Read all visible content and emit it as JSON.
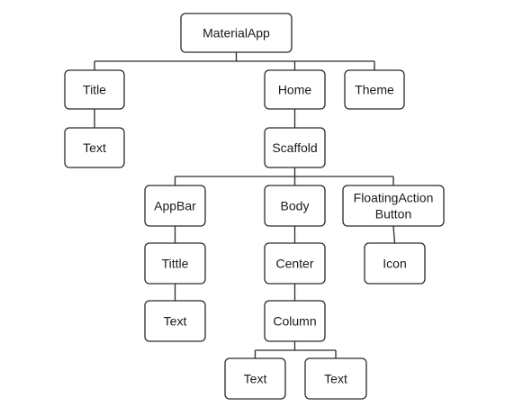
{
  "diagram": {
    "type": "widget-tree",
    "nodes": {
      "materialapp": [
        "MaterialApp"
      ],
      "title": [
        "Title"
      ],
      "home": [
        "Home"
      ],
      "theme": [
        "Theme"
      ],
      "text-title": [
        "Text"
      ],
      "scaffold": [
        "Scaffold"
      ],
      "appbar": [
        "AppBar"
      ],
      "body": [
        "Body"
      ],
      "fab": [
        "FloatingAction",
        "Button"
      ],
      "tittle": [
        "Tittle"
      ],
      "center": [
        "Center"
      ],
      "icon": [
        "Icon"
      ],
      "text-appbar": [
        "Text"
      ],
      "column": [
        "Column"
      ],
      "text-column-1": [
        "Text"
      ],
      "text-column-2": [
        "Text"
      ]
    },
    "edges": [
      [
        "materialapp",
        "title"
      ],
      [
        "materialapp",
        "home"
      ],
      [
        "materialapp",
        "theme"
      ],
      [
        "title",
        "text-title"
      ],
      [
        "home",
        "scaffold"
      ],
      [
        "scaffold",
        "appbar"
      ],
      [
        "scaffold",
        "body"
      ],
      [
        "scaffold",
        "fab"
      ],
      [
        "appbar",
        "tittle"
      ],
      [
        "tittle",
        "text-appbar"
      ],
      [
        "body",
        "center"
      ],
      [
        "center",
        "column"
      ],
      [
        "fab",
        "icon"
      ],
      [
        "column",
        "text-column-1"
      ],
      [
        "column",
        "text-column-2"
      ]
    ]
  }
}
